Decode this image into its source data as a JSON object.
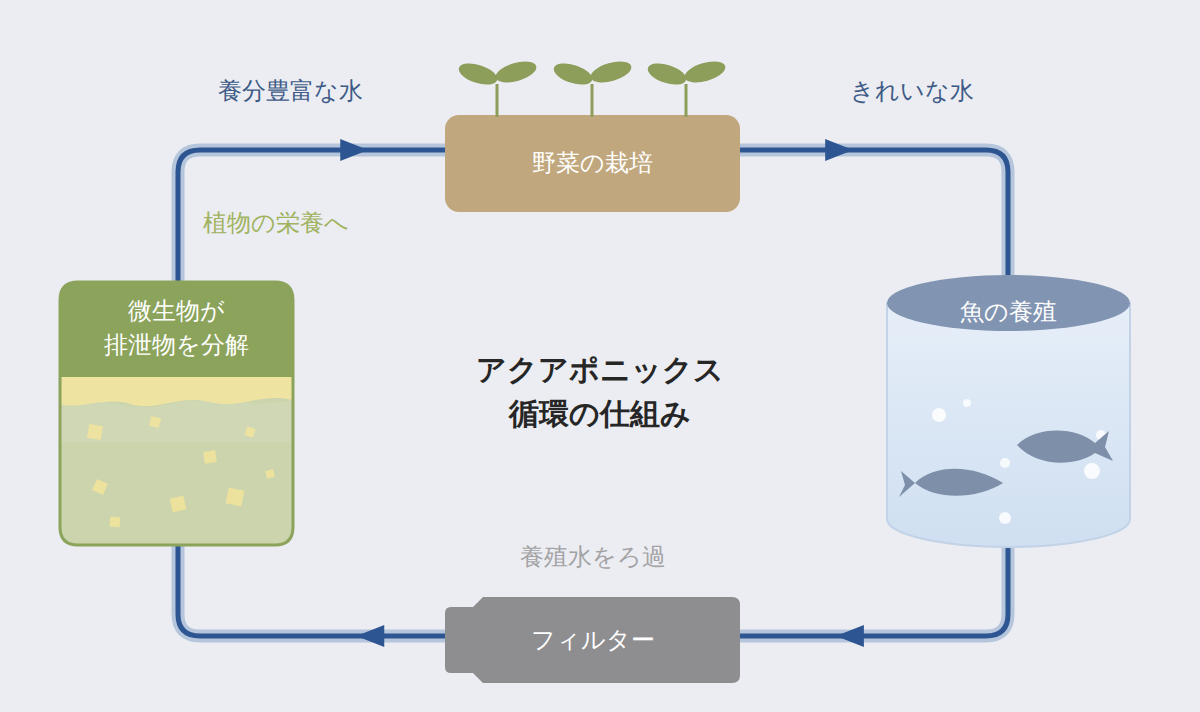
{
  "diagram": {
    "title": "アクアポニックス 循環の仕組み",
    "nodes": [
      {
        "text": [
          "野菜の栽培"
        ]
      },
      {
        "text": [
          "魚の養殖"
        ]
      },
      {
        "text": [
          "養殖水をろ過",
          "フィルター"
        ]
      },
      {
        "text": [
          "微生物が 排泄物を分解"
        ]
      }
    ],
    "edges": [
      {
        "from": 0,
        "to": 1,
        "arrow": "to",
        "label": "きれいな水"
      },
      {
        "from": 1,
        "to": 2,
        "arrow": "to"
      },
      {
        "from": 2,
        "to": 3,
        "arrow": "to"
      },
      {
        "from": 3,
        "to": 0,
        "arrow": "to",
        "label": "養分豊富な水"
      }
    ],
    "labels": [
      "植物の栄養へ"
    ]
  }
}
